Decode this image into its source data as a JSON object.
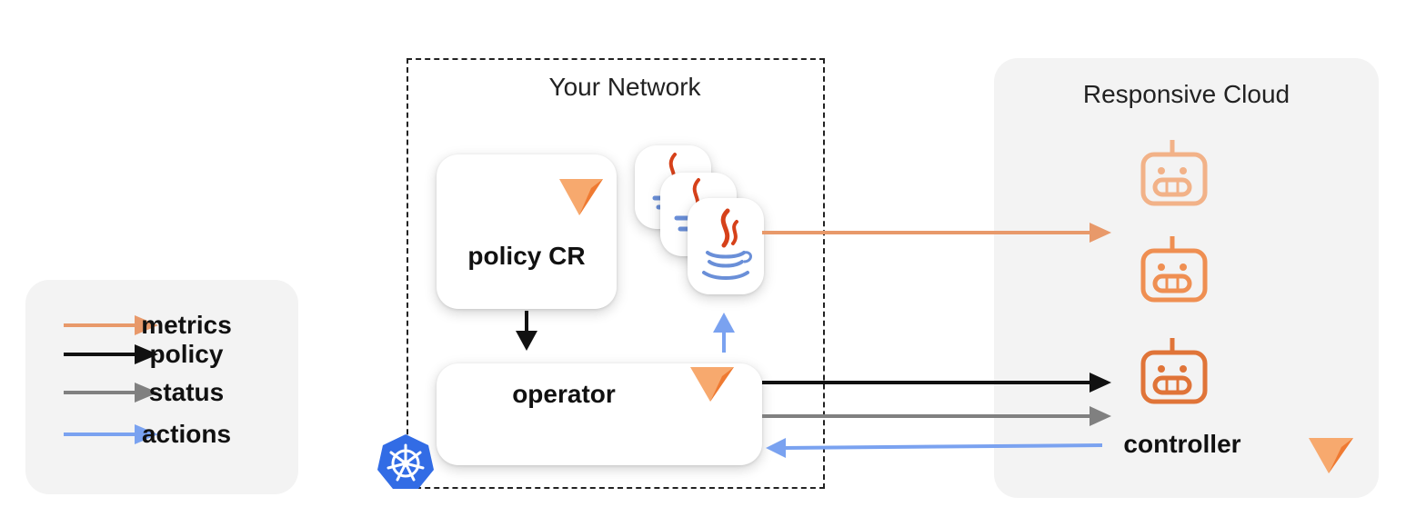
{
  "network": {
    "title": "Your Network"
  },
  "cloud": {
    "title": "Responsive Cloud",
    "controller_label": "controller"
  },
  "policy_card": {
    "label": "policy CR"
  },
  "operator_card": {
    "label": "operator"
  },
  "legend": {
    "items": [
      {
        "label": "metrics",
        "color": "#e8996a"
      },
      {
        "label": "policy",
        "color": "#111111"
      },
      {
        "label": "status",
        "color": "#808080"
      },
      {
        "label": "actions",
        "color": "#7aa2f0"
      }
    ]
  },
  "icons": {
    "brand": "responsive-logo-icon",
    "java": "java-icon",
    "robot": "robot-icon",
    "kubernetes": "kubernetes-icon"
  },
  "colors": {
    "metrics": "#e8996a",
    "policy": "#111111",
    "status": "#808080",
    "actions": "#7aa2f0",
    "brand_orange": "#ef7a32",
    "kubernetes_blue": "#326ce5",
    "java_red": "#d6411a",
    "java_blue": "#6a8fd8"
  }
}
